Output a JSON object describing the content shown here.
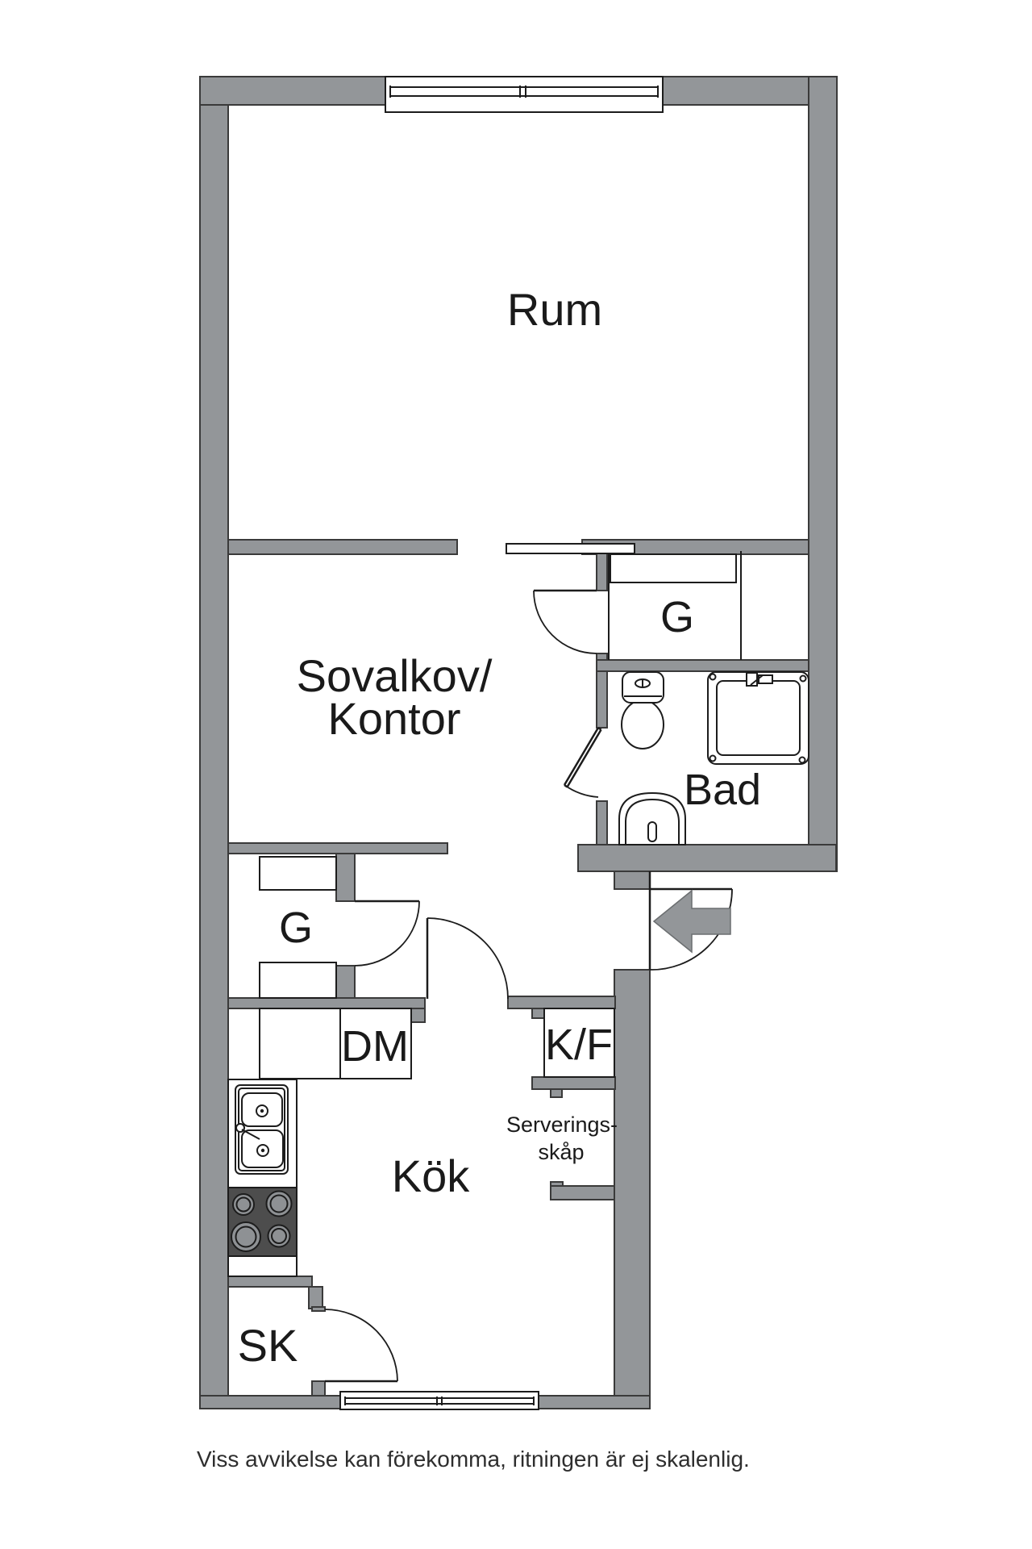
{
  "colors": {
    "bg": "#ffffff",
    "wall": "#939699",
    "wallline": "#3a3a3a",
    "ink": "#1c1c1c",
    "ink2": "#1a1a1a",
    "stove": "#4d4d4d",
    "burner": "#8e9194"
  },
  "rooms": {
    "rum": "Rum",
    "sovalkov_line1": "Sovalkov/",
    "sovalkov_line2": "Kontor",
    "closet_top": "G",
    "bad": "Bad",
    "closet_lower": "G",
    "dm": "DM",
    "kf": "K/F",
    "servering_line1": "Serverings-",
    "servering_line2": "skåp",
    "kok": "Kök",
    "sk": "SK"
  },
  "footer": {
    "disclaimer": "Viss avvikelse kan förekomma, ritningen är ej skalenlig."
  }
}
